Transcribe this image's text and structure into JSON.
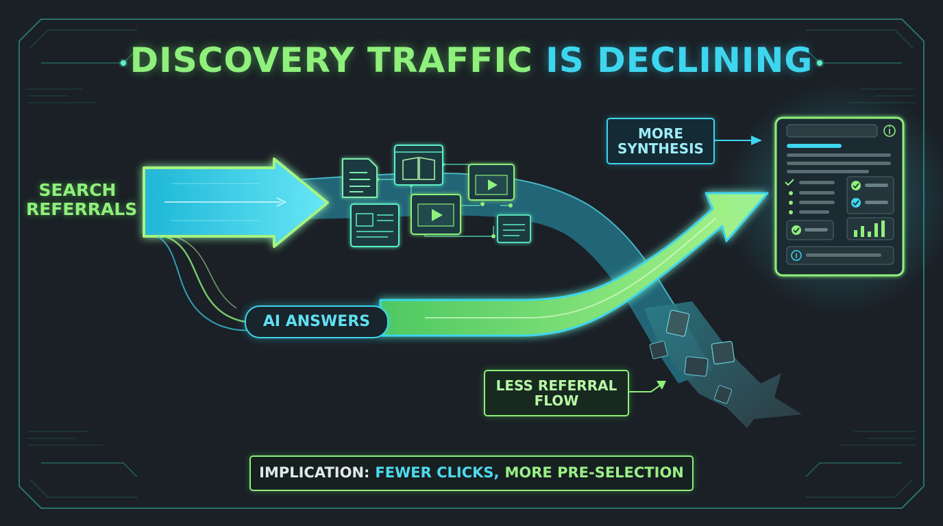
{
  "title": {
    "part1": "DISCOVERY TRAFFIC",
    "part2": "IS DECLINING"
  },
  "labels": {
    "search_referrals": [
      "SEARCH",
      "REFERRALS"
    ],
    "more_synthesis": [
      "MORE",
      "SYNTHESIS"
    ],
    "ai_answers": "AI ANSWERS",
    "less_referral_flow": [
      "LESS REFERRAL",
      "FLOW"
    ]
  },
  "implication": {
    "lead": "IMPLICATION:",
    "cyan": "FEWER CLICKS,",
    "green": "MORE PRE-SELECTION"
  },
  "colors": {
    "background": "#1a2026",
    "green": "#8ff07c",
    "cyan": "#3ed6ee",
    "panel": "#1c2a30"
  },
  "icons": [
    "document-icon",
    "book-icon",
    "video-icon",
    "article-icon",
    "info-icon",
    "checkmark-icon",
    "bar-chart-icon"
  ]
}
